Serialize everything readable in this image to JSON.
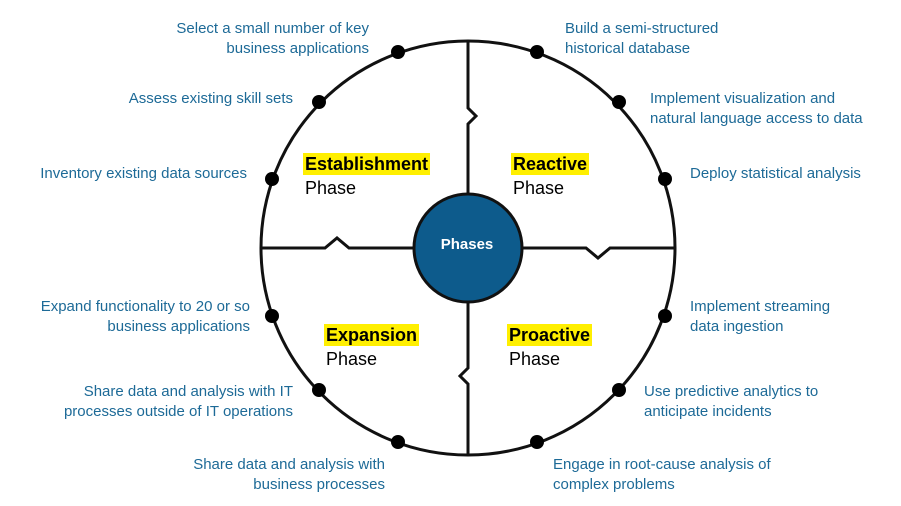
{
  "hub": {
    "label": "Phases"
  },
  "quadrants": {
    "establishment": {
      "title": "Establishment",
      "subtitle": "Phase"
    },
    "reactive": {
      "title": "Reactive",
      "subtitle": "Phase"
    },
    "expansion": {
      "title": "Expansion",
      "subtitle": "Phase"
    },
    "proactive": {
      "title": "Proactive",
      "subtitle": "Phase"
    }
  },
  "items": {
    "establishment": [
      [
        "Select a small number of key",
        "business applications"
      ],
      [
        "Assess existing skill sets"
      ],
      [
        "Inventory existing data sources"
      ]
    ],
    "reactive": [
      [
        "Build a semi-structured",
        "historical database"
      ],
      [
        "Implement visualization and",
        "natural language access to data"
      ],
      [
        "Deploy statistical analysis"
      ]
    ],
    "expansion": [
      [
        "Expand functionality to 20 or so",
        "business applications"
      ],
      [
        "Share data and analysis with IT",
        "processes outside of IT operations"
      ],
      [
        "Share data and analysis with",
        "business processes"
      ]
    ],
    "proactive": [
      [
        "Implement streaming",
        "data ingestion"
      ],
      [
        "Use predictive analytics to",
        "anticipate incidents"
      ],
      [
        "Engage in root-cause analysis of",
        "complex problems"
      ]
    ]
  },
  "colors": {
    "hub": "#0d5b8c",
    "label": "#1d6a97",
    "highlight": "#ffef00",
    "line": "#111111"
  }
}
